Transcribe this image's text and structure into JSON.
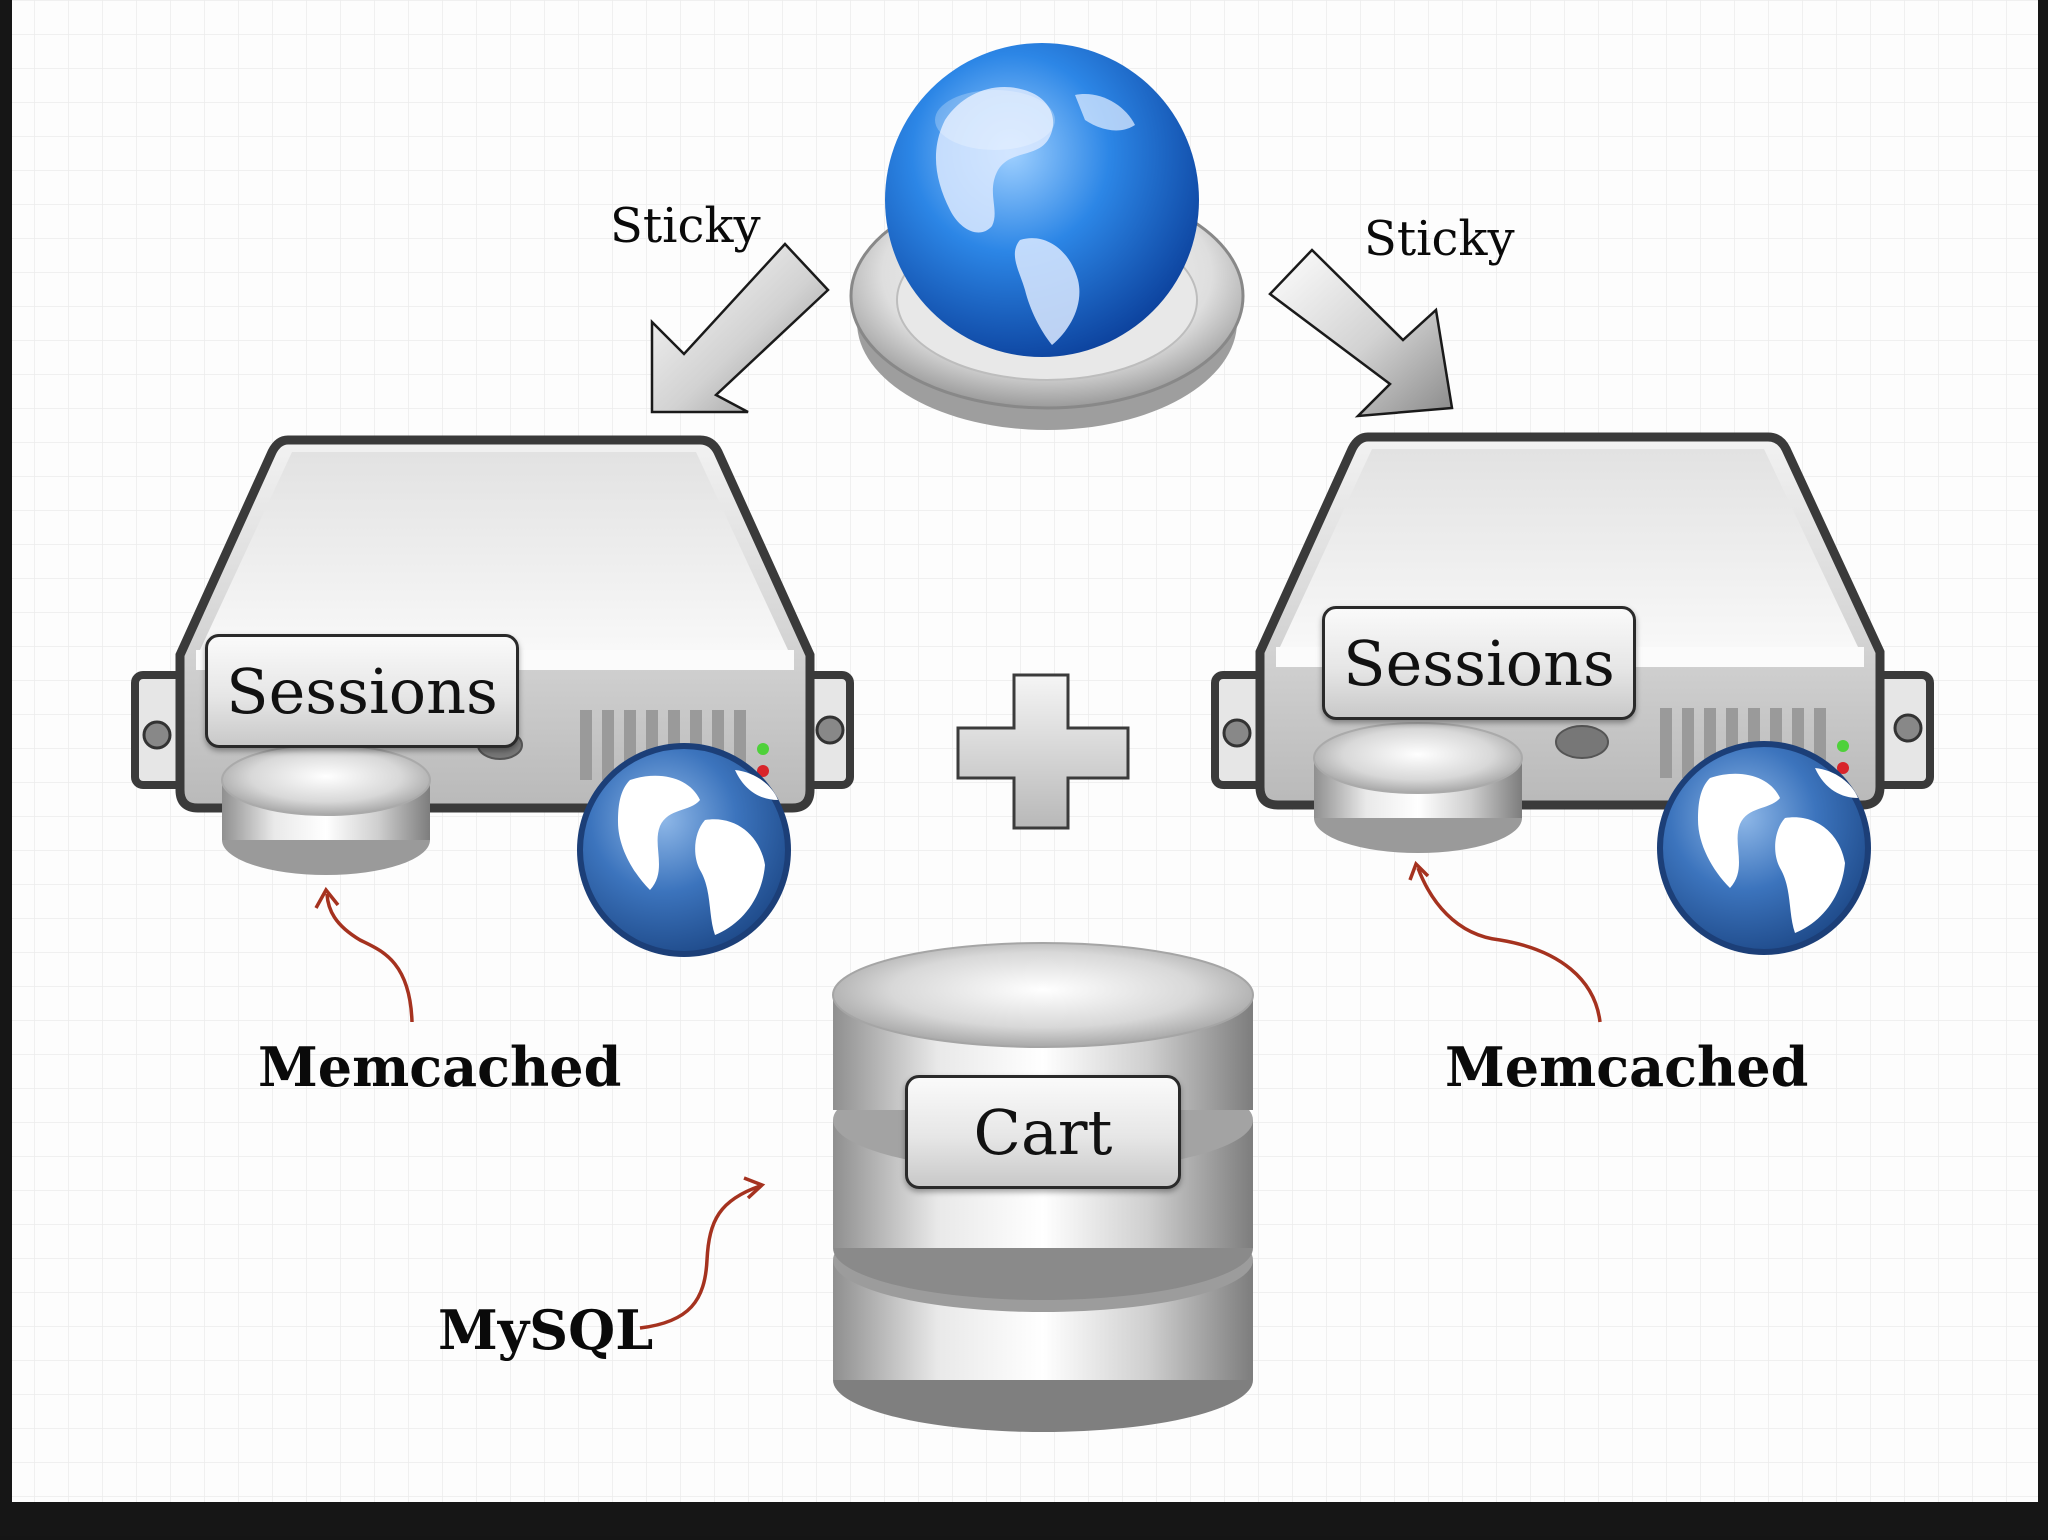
{
  "diagram": {
    "top_left_arrow_label": "Sticky",
    "top_right_arrow_label": "Sticky",
    "left_server_tag": "Sessions",
    "right_server_tag": "Sessions",
    "left_cache_label": "Memcached",
    "right_cache_label": "Memcached",
    "database_tag": "Cart",
    "database_label": "MySQL"
  },
  "icons": {
    "internet": "globe-icon",
    "web_servers": "server-icon",
    "cache_disks": "disk-icon",
    "database": "database-icon",
    "combine": "plus-icon",
    "request_routing": "arrow-icon"
  },
  "colors": {
    "background": "#fdfdfd",
    "grid": "#e9e9e9",
    "annotation_arrow": "#a5321f",
    "globe_blue": "#1f6fd0"
  }
}
